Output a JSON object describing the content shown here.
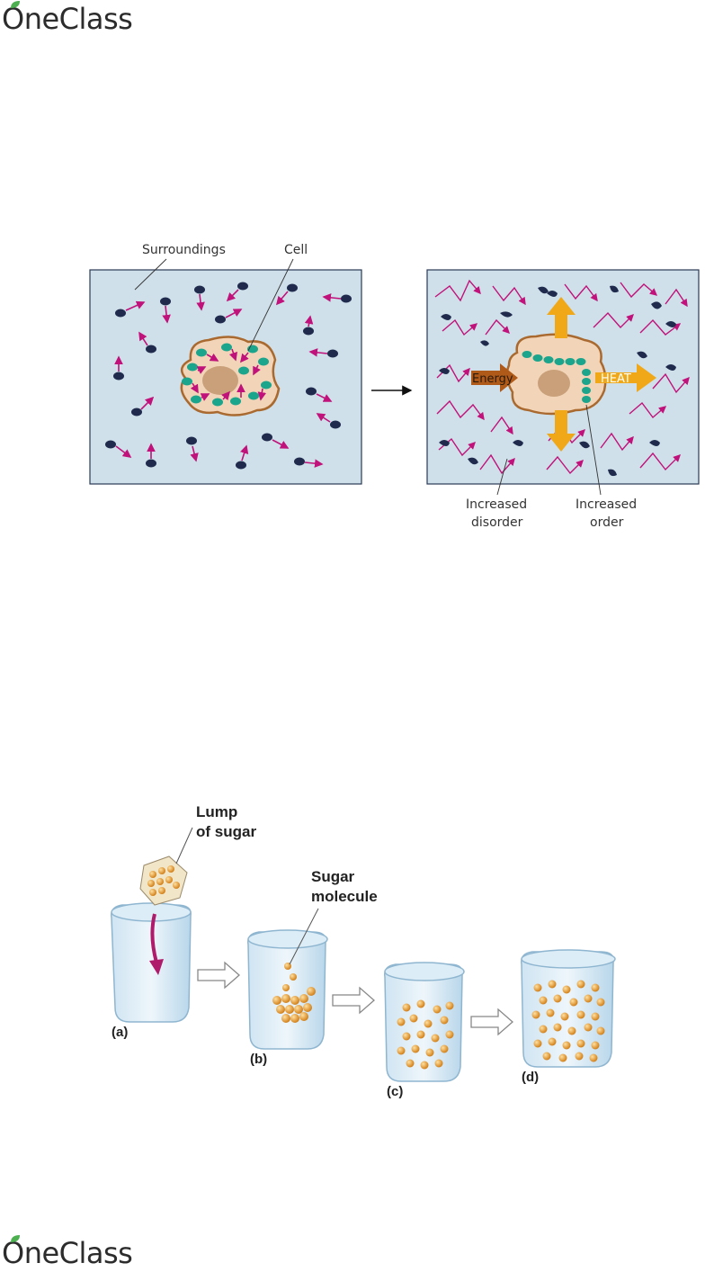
{
  "brand": {
    "logo_text": "OneClass"
  },
  "figure1": {
    "labels": {
      "surroundings": "Surroundings",
      "cell": "Cell",
      "energy": "Energy",
      "heat": "HEAT",
      "increased_disorder_1": "Increased",
      "increased_disorder_2": "disorder",
      "increased_order_1": "Increased",
      "increased_order_2": "order"
    }
  },
  "figure2": {
    "labels": {
      "lump_1": "Lump",
      "lump_2": "of sugar",
      "sugar_1": "Sugar",
      "sugar_2": "molecule",
      "a": "(a)",
      "b": "(b)",
      "c": "(c)",
      "d": "(d)"
    }
  },
  "colors": {
    "panel_fill": "#cfe0ea",
    "cell_fill": "#f2d5b8",
    "cell_border": "#a9692f",
    "nucleus": "#c9a07a",
    "molecule": "#1f2a4d",
    "arrow_magenta": "#c0127a",
    "teal": "#1aa58c",
    "heat_orange": "#f0a818",
    "energy_brown": "#b05a1a",
    "sugar": "#e8a030"
  }
}
